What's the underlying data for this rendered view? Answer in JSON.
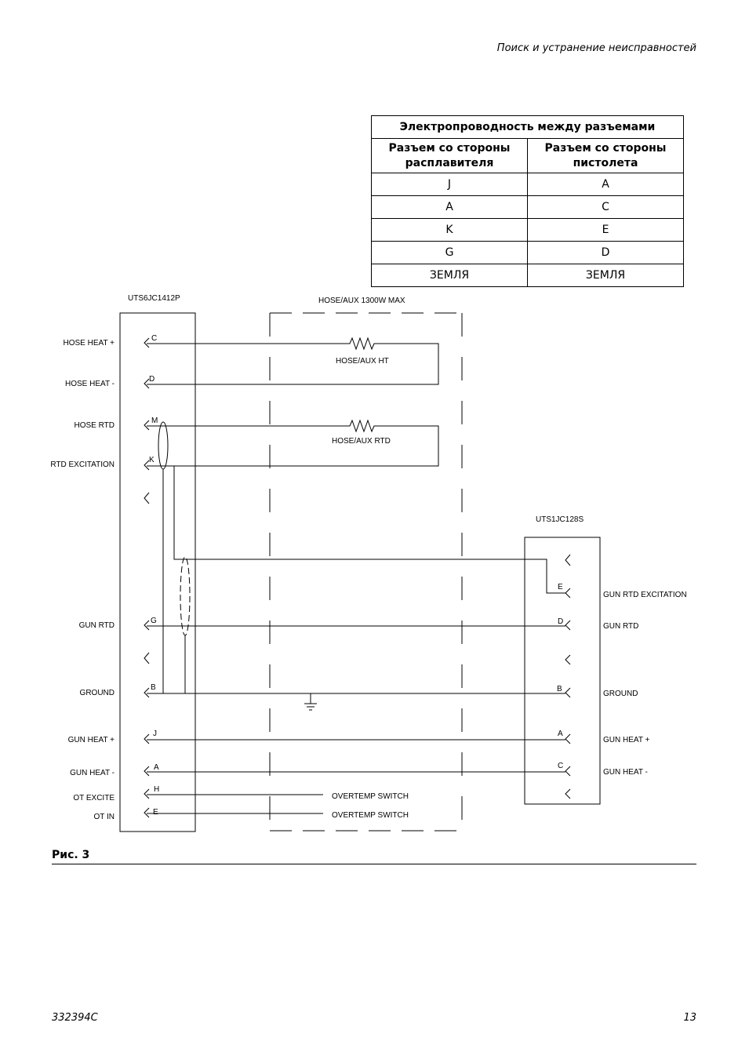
{
  "header": "Поиск и устранение неисправностей",
  "table": {
    "title": "Электропроводность между разъемами",
    "col1": "Разъем со стороны расплавителя",
    "col2": "Разъем со стороны пистолета",
    "rows": [
      [
        "J",
        "A"
      ],
      [
        "A",
        "C"
      ],
      [
        "K",
        "E"
      ],
      [
        "G",
        "D"
      ],
      [
        "ЗЕМЛЯ",
        "ЗЕМЛЯ"
      ]
    ]
  },
  "diagram": {
    "left_connector": "UTS6JC1412P",
    "hose_box": "HOSE/AUX 1300W MAX",
    "right_connector": "UTS1JC128S",
    "hose_ht": "HOSE/AUX HT",
    "hose_rtd": "HOSE/AUX RTD",
    "overtemp1": "OVERTEMP SWITCH",
    "overtemp2": "OVERTEMP SWITCH",
    "left_labels": {
      "hose_heat_plus": "HOSE HEAT +",
      "hose_heat_minus": "HOSE HEAT -",
      "hose_rtd": "HOSE RTD",
      "rtd_excitation": "RTD EXCITATION",
      "gun_rtd": "GUN RTD",
      "ground": "GROUND",
      "gun_heat_plus": "GUN HEAT +",
      "gun_heat_minus": "GUN HEAT -",
      "ot_excite": "OT EXCITE",
      "ot_in": "OT IN"
    },
    "left_pins": {
      "c": "C",
      "d": "D",
      "m": "M",
      "k": "K",
      "g": "G",
      "b": "B",
      "j": "J",
      "a": "A",
      "h": "H",
      "e": "E"
    },
    "right_labels": {
      "gun_rtd_excitation": "GUN RTD EXCITATION",
      "gun_rtd": "GUN RTD",
      "ground": "GROUND",
      "gun_heat_plus": "GUN HEAT +",
      "gun_heat_minus": "GUN HEAT -"
    },
    "right_pins": {
      "e": "E",
      "d": "D",
      "b": "B",
      "a": "A",
      "c": "C"
    }
  },
  "figure_caption": "Рис. 3",
  "footer": {
    "doc_number": "332394C",
    "page_number": "13"
  }
}
